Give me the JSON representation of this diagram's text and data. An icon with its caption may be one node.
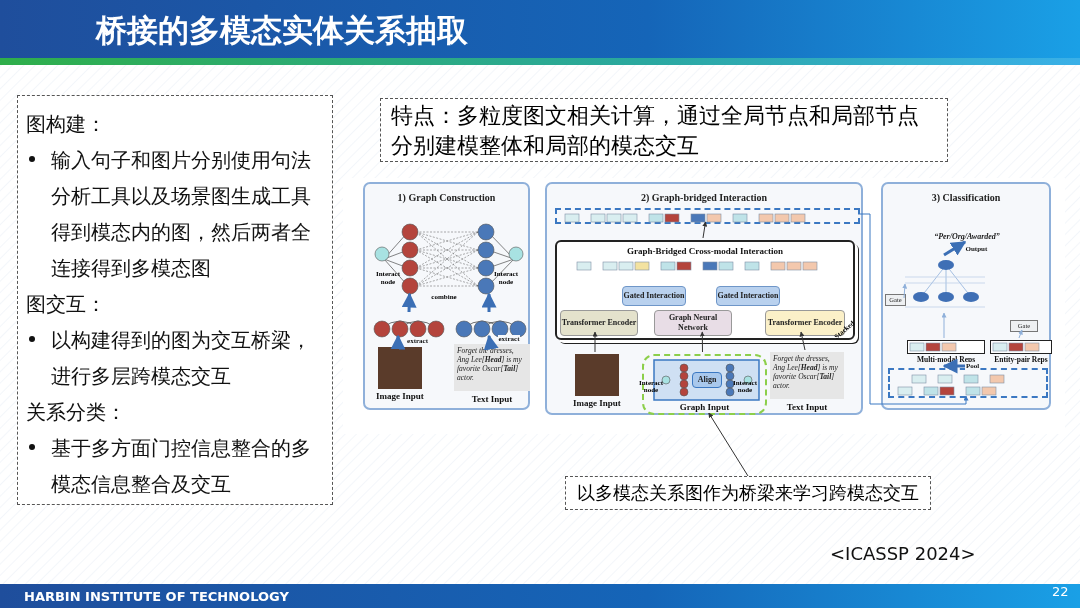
{
  "diagram": {
    "title": "桥接的多模态实体关系抽取",
    "nodes": [
      {
        "text": [
          "图构建：",
          "输入句子和图片分别使用句法分析工具以及场景图生成工具得到模态内的图，然后两者全连接得到多模态图",
          "图交互：",
          "以构建得到的图为交互桥梁，进行多层跨模态交互",
          "关系分类：",
          "基于多方面门控信息整合的多模态信息整合及交互"
        ]
      },
      {
        "text": [
          "特点：多粒度图文相关计算，通过全局节点和局部节点分别建模整体和局部的模态交互"
        ]
      },
      {
        "text": [
          "1) Graph Construction"
        ]
      },
      {
        "text": [],
        "shape": "picture",
        "in": 2
      },
      {
        "text": [],
        "shape": "picture",
        "in": 2
      },
      {
        "text": [],
        "shape": "picture",
        "in": 2
      },
      {
        "text": [
          "Image Input"
        ],
        "in": 2
      },
      {
        "text": [
          "Forget the dresses, Ang Lee[**Head**] is my favorite Oscar[**Tail**] actor.",
          "Text Input"
        ],
        "in": 2
      },
      {
        "text": [
          "2) Graph-bridged Interaction"
        ]
      },
      {
        "text": [],
        "shape": "box",
        "in": 8
      },
      {
        "text": [
          "Graph-Bridged Cross-modal Interaction"
        ],
        "in": 8
      },
      {
        "text": [
          "Gated Interaction"
        ],
        "in": 10
      },
      {
        "text": [
          "Gated Interaction"
        ],
        "in": 10
      },
      {
        "text": [
          "Transformer Encoder"
        ],
        "in": 10
      },
      {
        "text": [
          "Graph Neural Network"
        ],
        "in": 10
      },
      {
        "text": [
          "Transformer Encoder"
        ],
        "in": 10
      },
      {
        "text": [
          "Image Input"
        ],
        "in": 8
      },
      {
        "text": [
          "Graph Input"
        ],
        "in": 8
      },
      {
        "text": [],
        "shape": "picture",
        "in": 17
      },
      {
        "text": [
          "Align"
        ],
        "in": 18
      },
      {
        "text": [
          "Forget the dresses, Ang Lee[**Head**] is my favorite Oscar[**Tail**] actor.",
          "Text Input"
        ],
        "in": 8
      },
      {
        "text": [
          "3) Classification"
        ]
      },
      {
        "text": [
          "“Per/Org/Awarded”"
        ],
        "in": 21
      },
      {
        "text": [],
        "shape": "picture",
        "in": 21
      },
      {
        "text": [
          "Gate"
        ],
        "in": 21
      },
      {
        "text": [
          "Gate"
        ],
        "in": 21
      },
      {
        "text": [
          "Multi-modal Reps"
        ],
        "in": 21
      },
      {
        "text": [
          "Entity-pair Reps"
        ],
        "in": 21
      },
      {
        "text": [],
        "shape": "box",
        "in": 21
      },
      {
        "text": [
          "以多模态关系图作为桥梁来学习跨模态交互"
        ]
      }
    ],
    "edges": [
      {
        "from": 6,
        "to": 4,
        "arrow": "to",
        "label": "extract",
        "style": "thick"
      },
      {
        "from": 7,
        "to": 5,
        "arrow": "to",
        "label": "extract",
        "style": "thick"
      },
      {
        "from": 4,
        "to": 3,
        "arrow": "to",
        "style": "thick"
      },
      {
        "from": 5,
        "to": 3,
        "arrow": "to",
        "style": "thick"
      },
      {
        "from": 16,
        "to": 13,
        "arrow": "to",
        "color": "#333333"
      },
      {
        "from": 17,
        "to": 14,
        "arrow": "to",
        "color": "#333333"
      },
      {
        "from": 20,
        "to": 15,
        "arrow": "to",
        "color": "#333333"
      },
      {
        "from": 10,
        "to": 9,
        "arrow": "to",
        "color": "#333333"
      },
      {
        "from": 9,
        "to": 28,
        "arrow": "to",
        "color": "#3b78c2"
      },
      {
        "from": 28,
        "to": 26,
        "arrow": "to",
        "label": "Pool",
        "style": "thick"
      },
      {
        "from": 23,
        "to": 22,
        "arrow": "to",
        "label": "Output",
        "style": "thick"
      },
      {
        "from": 26,
        "to": 23,
        "arrow": "to",
        "color": "#8fb0da"
      },
      {
        "from": 27,
        "to": 25,
        "arrow": "to",
        "color": "#8fb0da"
      },
      {
        "from": 29,
        "to": 17,
        "arrow": "to",
        "color": "#333333"
      },
      {
        "from": 24,
        "to": 23,
        "arrow": "to",
        "color": "#8fb0da"
      }
    ],
    "labels": [
      "Interact node",
      "Interact node",
      "combine",
      "Interact node",
      "Interact node",
      "Stacked",
      "<ICASSP 2024>",
      "HARBIN INSTITUTE OF TECHNOLOGY",
      "22"
    ]
  }
}
